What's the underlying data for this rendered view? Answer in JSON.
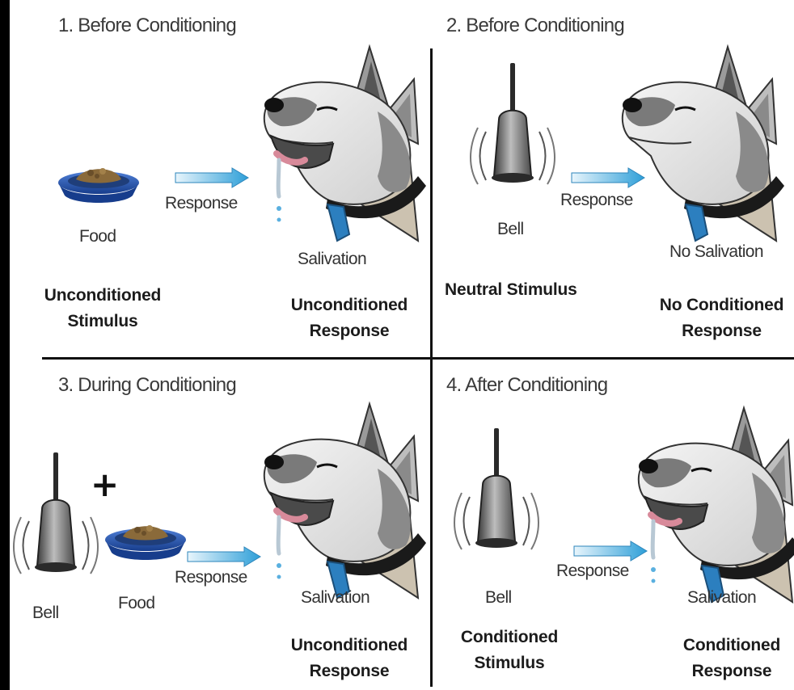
{
  "panels": [
    {
      "title": "1. Before Conditioning",
      "stimulus_item": "Food",
      "arrow_label": "Response",
      "outcome_label": "Salivation",
      "stimulus_type": [
        "Unconditioned",
        "Stimulus"
      ],
      "response_type": [
        "Unconditioned",
        "Response"
      ]
    },
    {
      "title": "2. Before Conditioning",
      "stimulus_item": "Bell",
      "arrow_label": "Response",
      "outcome_label": "No Salivation",
      "stimulus_type": [
        "Neutral Stimulus"
      ],
      "response_type": [
        "No Conditioned",
        "Response"
      ]
    },
    {
      "title": "3. During Conditioning",
      "stimulus_items": [
        "Bell",
        "Food"
      ],
      "plus_sign": "+",
      "arrow_label": "Response",
      "outcome_label": "Salivation",
      "response_type": [
        "Unconditioned",
        "Response"
      ]
    },
    {
      "title": "4. After Conditioning",
      "stimulus_item": "Bell",
      "arrow_label": "Response",
      "outcome_label": "Salivation",
      "stimulus_type": [
        "Conditioned",
        "Stimulus"
      ],
      "response_type": [
        "Conditioned",
        "Response"
      ]
    }
  ],
  "icons": [
    "food-bowl-icon",
    "bell-icon",
    "arrow-right-icon",
    "dog-head-icon"
  ],
  "colors": {
    "bowl": "#1f4fa8",
    "food": "#8a6a3a",
    "arrow": "#39a6dd",
    "collar_tag": "#2c7fbf",
    "bell": "#7a7a7a",
    "divider": "#111111"
  }
}
